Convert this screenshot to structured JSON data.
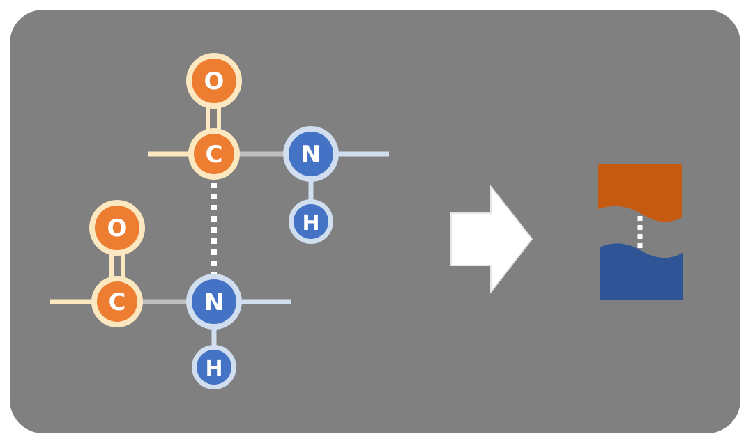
{
  "colors": {
    "panel": "#808080",
    "carbon_oxygen": "#ED7D31",
    "carbon_oxygen_halo": "#FCE8C0",
    "nitrogen_hydrogen": "#4472C4",
    "nitrogen_hydrogen_halo": "#D0DEF0",
    "backbone_gray": "#BFBFBF",
    "hbond_dots": "#FFFFFF",
    "arrow": "#FFFFFF",
    "icon_top": "#C55A11",
    "icon_bottom": "#2F5597"
  },
  "upper_residue": {
    "oxygen": {
      "label": "O"
    },
    "carbon": {
      "label": "C"
    },
    "nitrogen": {
      "label": "N"
    },
    "hydrogen": {
      "label": "H"
    }
  },
  "lower_residue": {
    "oxygen": {
      "label": "O"
    },
    "carbon": {
      "label": "C"
    },
    "nitrogen": {
      "label": "N"
    },
    "hydrogen": {
      "label": "H"
    }
  },
  "icons": {
    "arrow": "right-arrow-icon",
    "result": "hydrogen-bond-icon"
  }
}
